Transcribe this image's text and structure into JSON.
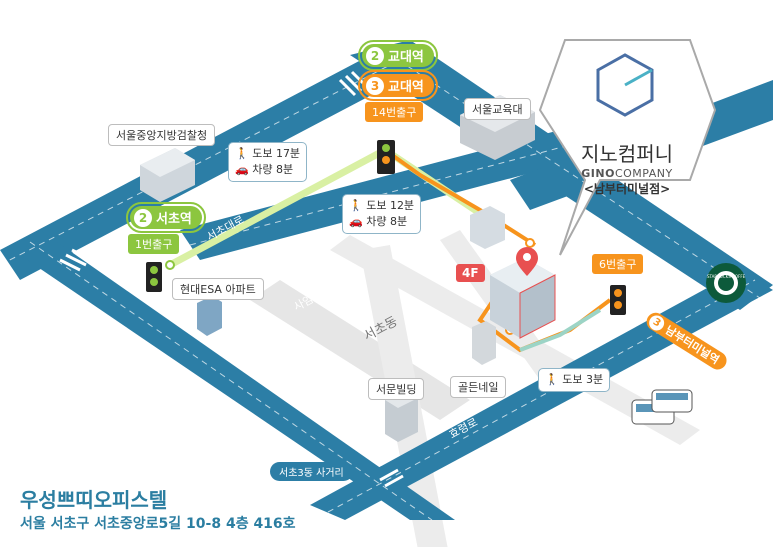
{
  "stations": {
    "line2_gyodae": {
      "num": "2",
      "name": "교대역"
    },
    "line3_gyodae": {
      "num": "3",
      "name": "교대역"
    },
    "line2_seocho": {
      "num": "2",
      "name": "서초역"
    },
    "line3_nambu": {
      "num": "3",
      "name": "남부터미널역"
    }
  },
  "exits": {
    "exit14": "14번출구",
    "exit1": "1번출구",
    "exit6": "6번출구"
  },
  "landmarks": {
    "prosecutors": "서울중앙지방검찰청",
    "edu_univ": "서울교육대",
    "hyundai_esa": "현대ESA 아파트",
    "seomun": "서문빌딩",
    "golden_nail": "골든네일",
    "intersection": "서초3동 사거리",
    "starbucks": "STARBUCKS COFFEE"
  },
  "roads": {
    "seochodaero": "서초대로",
    "saimdangro": "사임당로",
    "hyoryeongro": "효령로",
    "district": "서초동"
  },
  "directions": {
    "from_seocho": {
      "walk": "도보 17분",
      "car": "차량 8분"
    },
    "from_gyodae": {
      "walk": "도보 12분",
      "car": "차량 8분"
    },
    "from_nambu": {
      "walk": "도보 3분"
    }
  },
  "company": {
    "name_ko": "지노컴퍼니",
    "name_en_bold": "GINO",
    "name_en_light": "COMPANY",
    "branch": "<남부터미널점>"
  },
  "floor": "4F",
  "office": {
    "name": "우성쁘띠오피스텔",
    "address": "서울 서초구 서초중앙로5길 10-8 4층 416호"
  },
  "colors": {
    "road_blue": "#2c7ea6",
    "road_light": "#e4e4e4",
    "line2_green": "#8cc63f",
    "line3_orange": "#f7941d",
    "text_blue": "#2b7ea1",
    "accent_red": "#e85050"
  },
  "icons": [
    "walk-icon",
    "car-icon",
    "pin-icon",
    "bus-icon",
    "starbucks-logo",
    "company-logo"
  ]
}
